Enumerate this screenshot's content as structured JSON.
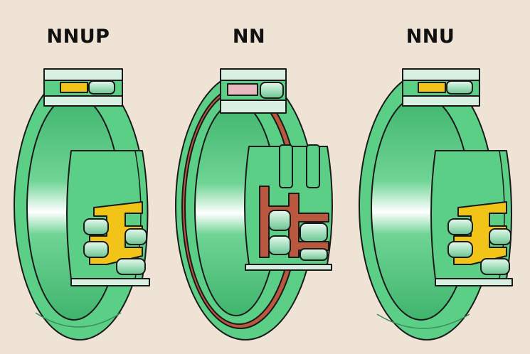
{
  "labels": {
    "nnup": "NNUP",
    "nn": "NN",
    "nnu": "NNU"
  },
  "colors": {
    "background": "#efe3d6",
    "ring_green": "#5ccf86",
    "ring_dark": "#3daf67",
    "roller": "#b9e8cc",
    "cage_brass_yellow": "#f2c417",
    "cage_steel_red": "#b9573f",
    "cage_pink": "#e8b9c0",
    "outline": "#1a1a1a"
  }
}
